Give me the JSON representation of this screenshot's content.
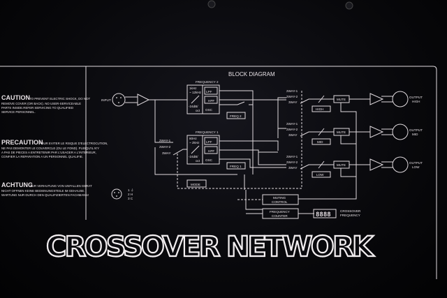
{
  "panel": {
    "title": "BLOCK DIAGRAM",
    "name": "CROSSOVER NETWORK",
    "caution_en_head": "CAUTION",
    "caution_en": [
      "TO PREVENT ELECTRIC SHOCK, DO NOT",
      "REMOVE COVER (OR BACK). NO USER-SERVICEABLE",
      "PARTS INSIDE.REFER SERVICING TO QUALIFIED",
      "SERVICE PERSONNEL."
    ],
    "caution_fr_head": "PRECAUTION",
    "caution_fr": [
      "POUR EVITER LE RISQUE D'ELECTROCUTION,",
      "NE PAS DEMONTER LE COUVERCLE (OU LE FOND). PUISQU'IL N'Y",
      "A PAS DE PIECES A ENTRETENIR PAR L'USAGER A L'INTERIEUR,",
      "CONFIER LA REPARATION A UN PERSONNEL QUALIFIE."
    ],
    "caution_de_head": "ACHTUNG",
    "caution_de": [
      "ZUR VERHUTUNG VON UNFALLEN GERAT",
      "NICHT OFFNEN KEINE BEDIENUNGSTEILE IM GEHAUSE.",
      "WARTUNG NUR DURCH DEN QUALIFIZIERTEN FACHMANN!"
    ],
    "pins": [
      "1 ⏚",
      "2 H",
      "3 C"
    ]
  },
  "diagram": {
    "input": "INPUT",
    "freq2": {
      "title": "FREQUENCY 2",
      "range1": "1kHz",
      "range2": "~ 12kHz",
      "slope1": "-24dB/",
      "slope2": "oct",
      "lpf": "LPF",
      "hpf": "HPF",
      "osc": "OSC",
      "button": "FREQ 2"
    },
    "freq1": {
      "title": "FREQUENCY 1",
      "range1": "80Hz",
      "range2": "~ 2kHz",
      "slope1": "-24dB/",
      "slope2": "oct",
      "lpf": "LPF",
      "hpf": "HPF",
      "osc": "OSC",
      "button": "FREQ 1"
    },
    "mode_switch": [
      "2WAY-1",
      "2WAY-2",
      "3WAY"
    ],
    "mode": "MODE",
    "channels": [
      {
        "switch": [
          "2WAY-1",
          "2WAY-2",
          "3WAY"
        ],
        "level": "HIGH",
        "mute": "MUTE",
        "output1": "OUTPUT",
        "output2": "HIGH"
      },
      {
        "switch": [
          "2WAY-1",
          "2WAY-2",
          "3WAY"
        ],
        "level": "MID",
        "mute": "MUTE",
        "output1": "OUTPUT",
        "output2": "MID"
      },
      {
        "switch": [
          "2WAY-1",
          "2WAY-2",
          "3WAY"
        ],
        "level": "LOW",
        "mute": "MUTE",
        "output1": "OUTPUT",
        "output2": "LOW"
      }
    ],
    "muting1": "MUTING",
    "muting2": "CONTROL",
    "counter1": "FREQUENCY",
    "counter2": "COUNTER",
    "display": "8888",
    "xover1": "CROSSOVER",
    "xover2": "FREQUENCY"
  }
}
